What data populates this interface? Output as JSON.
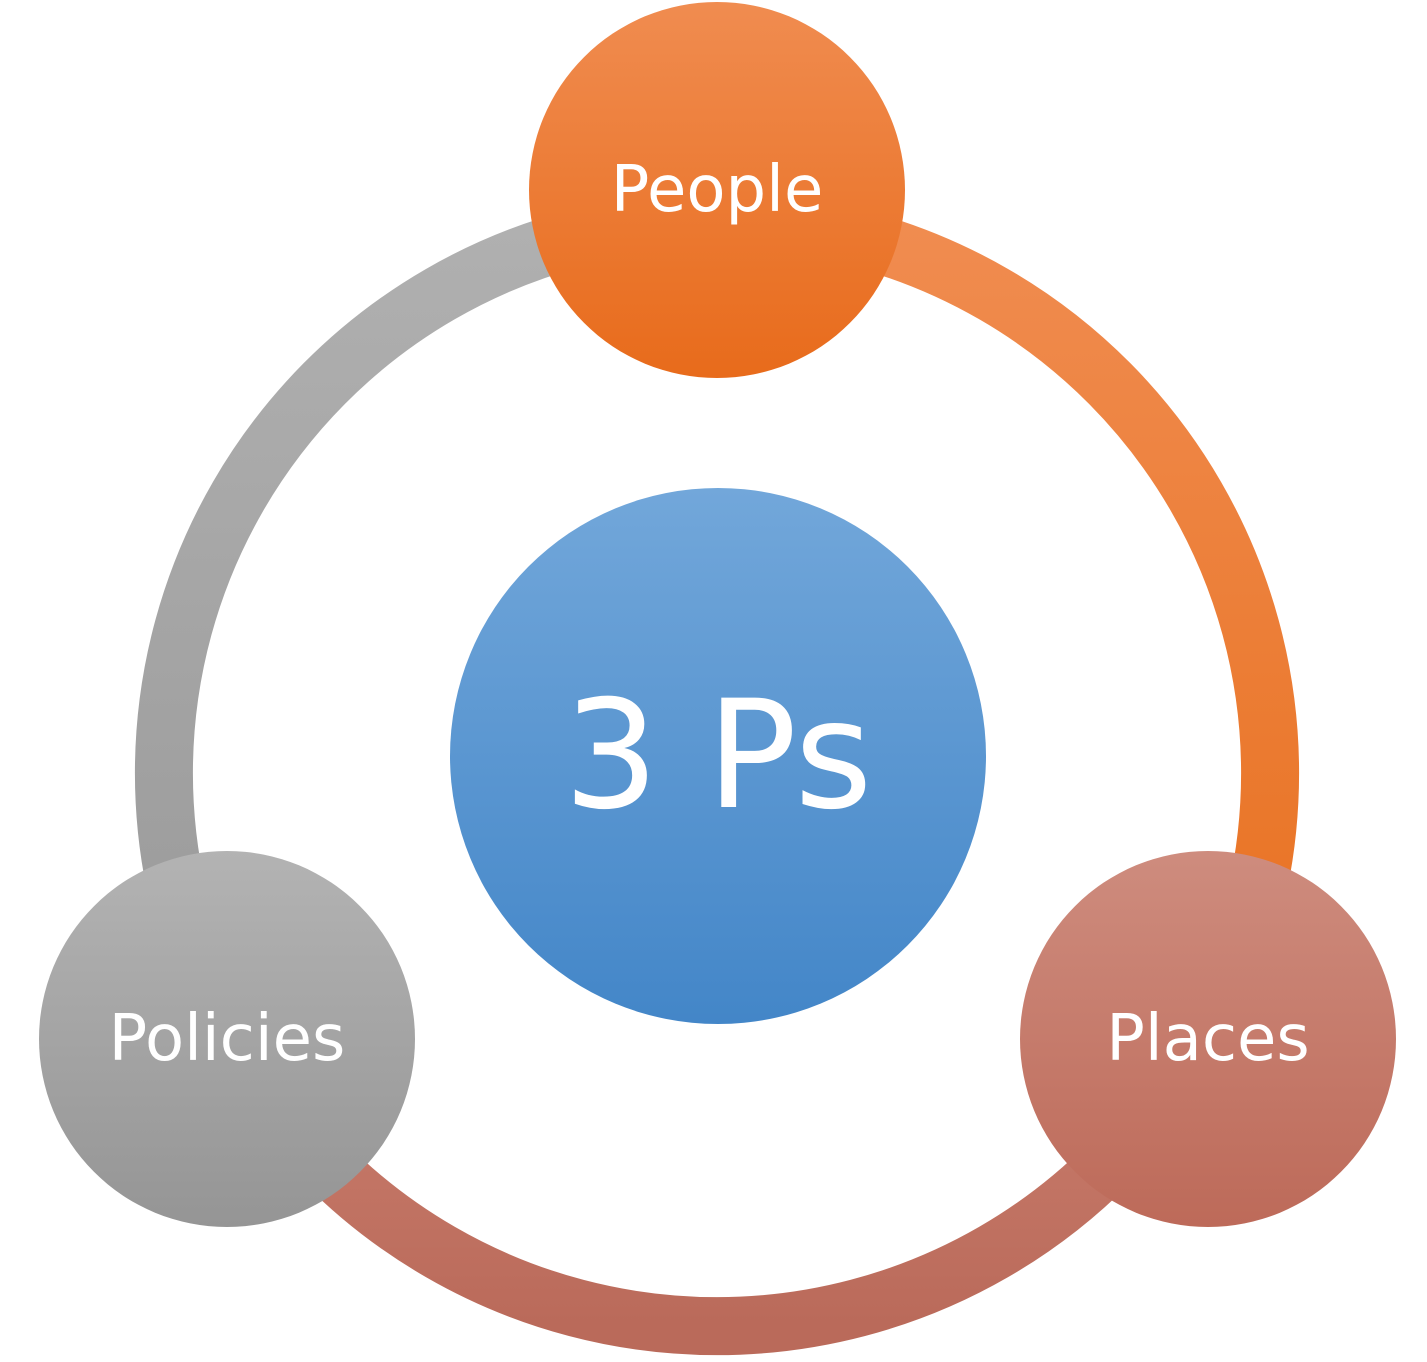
{
  "center": {
    "label": "3 Ps",
    "color_top": "#72A7DA",
    "color_bottom": "#4386C8"
  },
  "nodes": [
    {
      "id": "people",
      "label": "People",
      "color_top": "#F08C50",
      "color_bottom": "#E86B1B"
    },
    {
      "id": "places",
      "label": "Places",
      "color_top": "#CE8C7E",
      "color_bottom": "#BD6A59"
    },
    {
      "id": "policies",
      "label": "Policies",
      "color_top": "#B3B3B3",
      "color_bottom": "#959595"
    }
  ],
  "arcs": [
    {
      "from": "people",
      "to": "places",
      "color_top": "#F08C50",
      "color_bottom": "#E8701E"
    },
    {
      "from": "places",
      "to": "policies",
      "color_top": "#C97D6D",
      "color_bottom": "#BA6A5A"
    },
    {
      "from": "policies",
      "to": "people",
      "color_top": "#B0B0B0",
      "color_bottom": "#999999"
    }
  ]
}
